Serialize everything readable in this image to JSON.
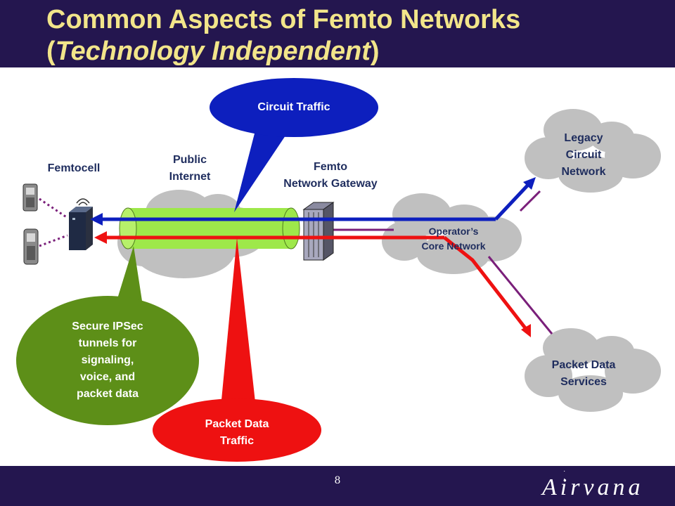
{
  "title": {
    "main": "Common Aspects of Femto Networks",
    "open": "(",
    "sub": "Technology Independent",
    "close": ")"
  },
  "labels": {
    "femtocell": "Femtocell",
    "public_internet": "Public\nInternet",
    "gateway": "Femto\nNetwork Gateway",
    "core": "Operator’s\nCore Network",
    "legacy": "Legacy\nCircuit\nNetwork",
    "packet_services": "Packet Data\nServices"
  },
  "callouts": {
    "circuit": "Circuit Traffic",
    "packet": "Packet Data\nTraffic",
    "ipsec": "Secure IPSec\ntunnels for\nsignaling,\nvoice, and\npacket data"
  },
  "footer": {
    "page": "8",
    "logo": "Airvana"
  },
  "colors": {
    "title_bar": "#24164f",
    "title_text": "#f2e58a",
    "circuit_blue": "#0d1fbe",
    "packet_red": "#ee1111",
    "tunnel_green": "#9ee84a",
    "ipsec_green": "#5d8f18",
    "link_purple": "#7a1f7a",
    "cloud_gray": "#c0c0c0"
  }
}
